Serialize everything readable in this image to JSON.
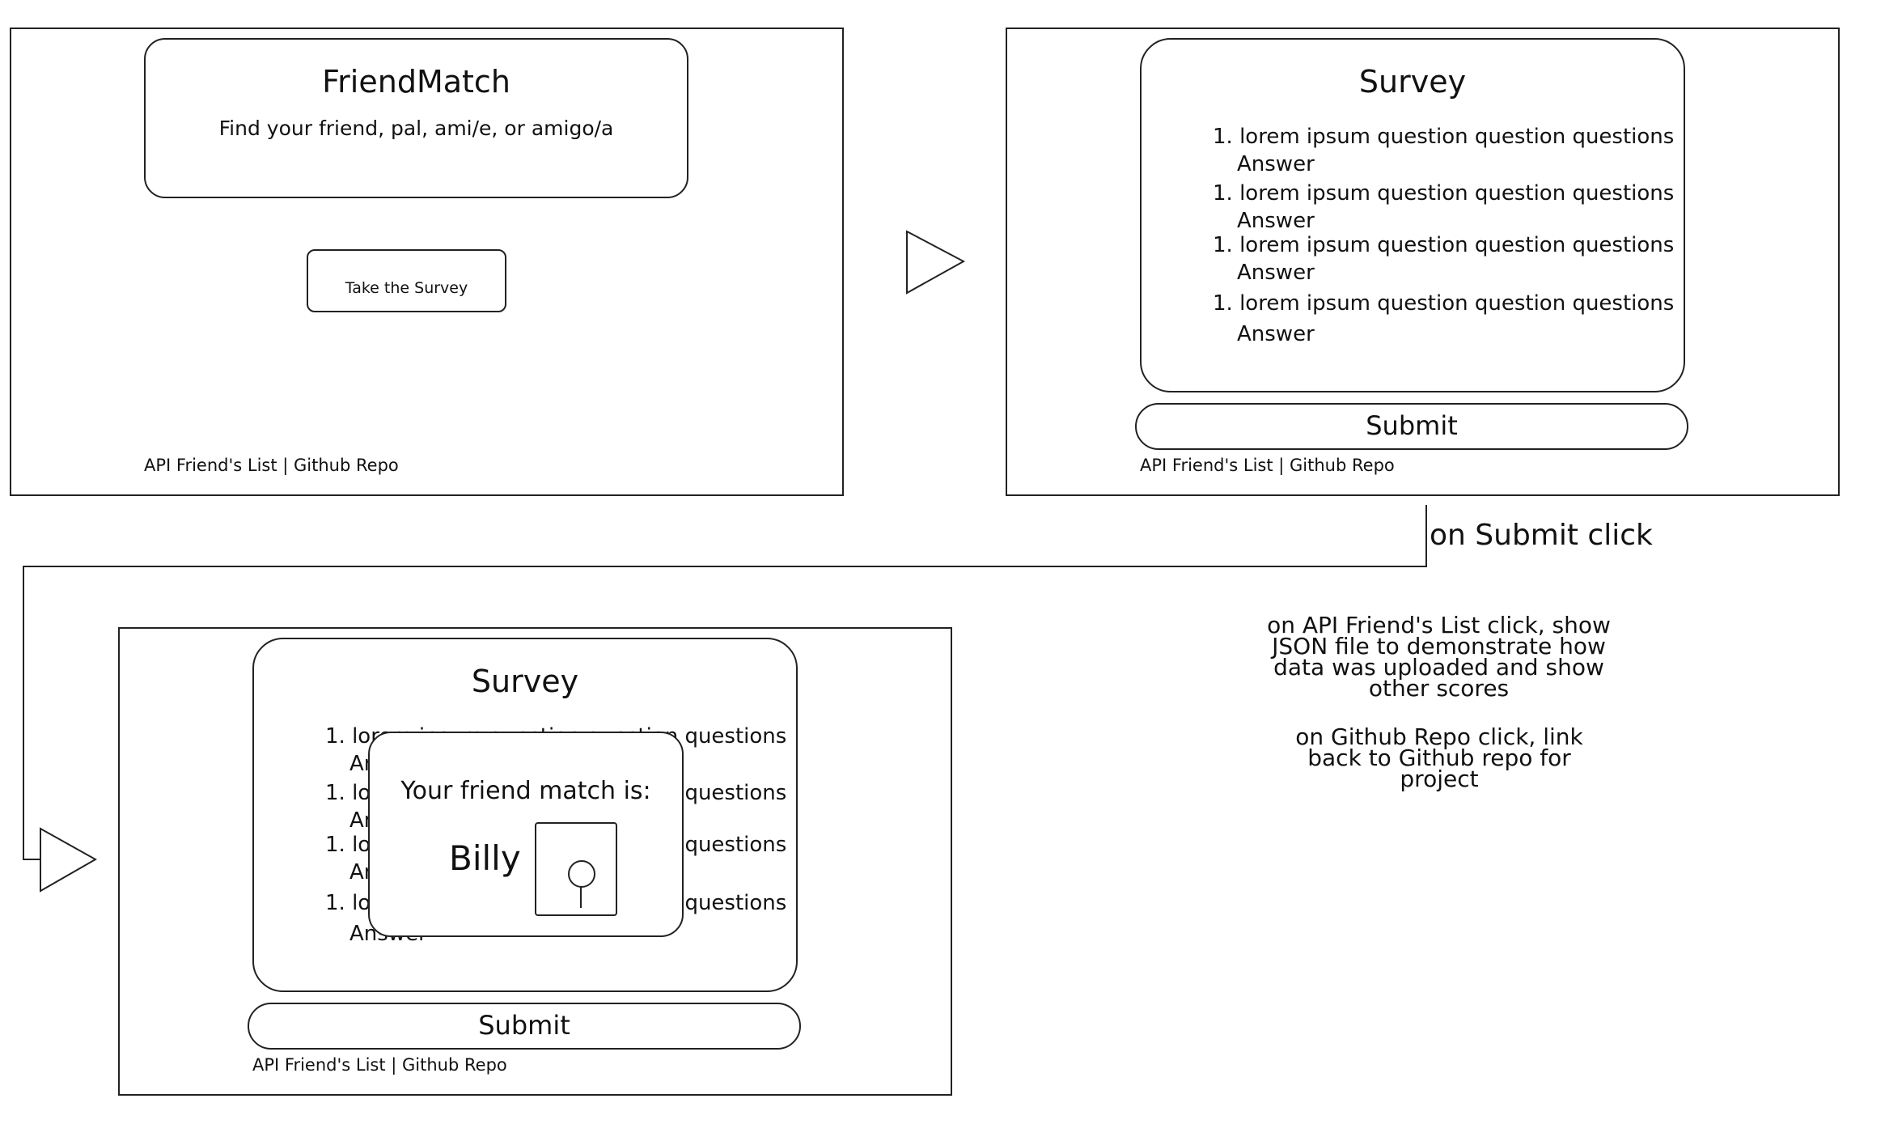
{
  "landing": {
    "title": "FriendMatch",
    "tagline": "Find your friend, pal, ami/e, or amigo/a",
    "cta_label": "Take the Survey",
    "footer": {
      "api_link": "API Friend's List",
      "separator": "|",
      "github_link": "Github Repo"
    }
  },
  "survey": {
    "title": "Survey",
    "questions": [
      {
        "number": "1.",
        "text": "lorem ipsum question question questions",
        "answer": "Answer"
      },
      {
        "number": "1.",
        "text": "lorem ipsum question question questions",
        "answer": "Answer"
      },
      {
        "number": "1.",
        "text": "lorem ipsum question question questions",
        "answer": "Answer"
      },
      {
        "number": "1.",
        "text": "lorem ipsum question question questions",
        "answer": "Answer"
      }
    ],
    "submit_label": "Submit",
    "footer": {
      "api_link": "API Friend's List",
      "separator": "|",
      "github_link": "Github Repo"
    }
  },
  "result": {
    "survey_title": "Survey",
    "submit_label": "Submit",
    "modal": {
      "heading": "Your friend match is:",
      "friend_name": "Billy",
      "photo_icon": "person-photo-icon"
    },
    "footer": {
      "api_link": "API Friend's List",
      "separator": "|",
      "github_link": "Github Repo"
    }
  },
  "annotations": {
    "submit_transition": "on Submit click",
    "api_note": "on API Friend's List click, show JSON file to demonstrate how data was uploaded and show other scores",
    "github_note": "on Github Repo click, link back to Github repo for project"
  },
  "colors": {
    "stroke": "#222222",
    "background": "#ffffff"
  }
}
